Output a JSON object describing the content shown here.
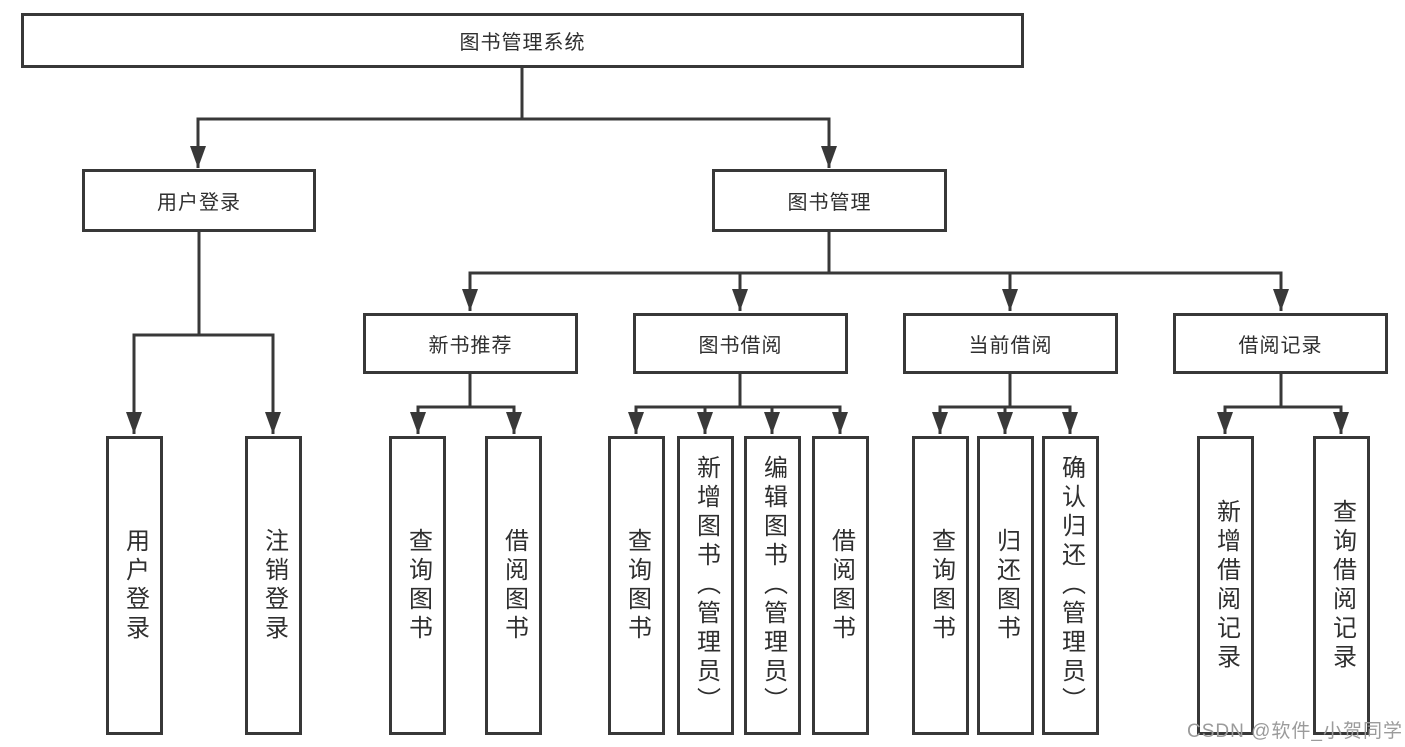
{
  "tree": {
    "root": "图书管理系统",
    "children": [
      {
        "label": "用户登录",
        "children": [
          "用户登录",
          "注销登录"
        ]
      },
      {
        "label": "图书管理",
        "children": [
          {
            "label": "新书推荐",
            "children": [
              "查询图书",
              "借阅图书"
            ]
          },
          {
            "label": "图书借阅",
            "children": [
              "查询图书",
              "新增图书（管理员）",
              "编辑图书（管理员）",
              "借阅图书"
            ]
          },
          {
            "label": "当前借阅",
            "children": [
              "查询图书",
              "归还图书",
              "确认归还（管理员）"
            ]
          },
          {
            "label": "借阅记录",
            "children": [
              "新增借阅记录",
              "查询借阅记录"
            ]
          }
        ]
      }
    ]
  },
  "watermark": "CSDN @软件_小贺同学",
  "colors": {
    "line": "#383838",
    "text": "#2f2f2f",
    "box_fill": "#ffffff",
    "background": "#ffffff",
    "watermark": "#9b9b9b"
  }
}
